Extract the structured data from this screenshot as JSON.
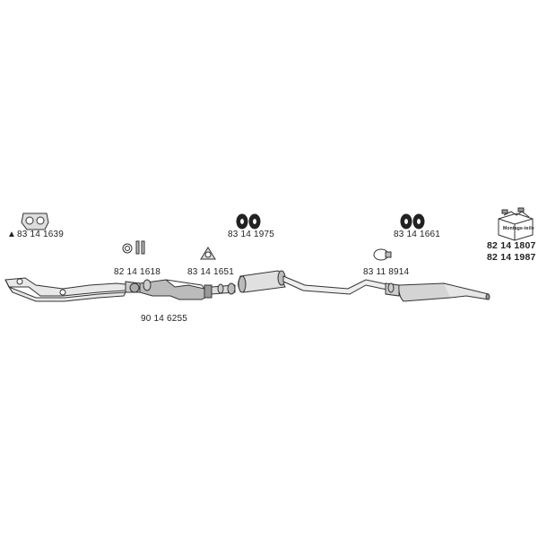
{
  "parts": {
    "gasket_front": "83 14 1639",
    "rubber_mounts_pair": "83 14 1975",
    "rubber_mounts_pair_rear": "83 14 1661",
    "clamp_set_front": "82 14 1618",
    "gasket_cat": "83 14 1651",
    "clamp_rear": "83 11 8914",
    "mounting_kit_1": "82 14 1807",
    "mounting_kit_2": "82 14 1987",
    "main_pipe": "90 14 6255"
  },
  "symbols": {
    "warning_triangle": "▲",
    "kit_box_label": "Montage-teile"
  },
  "colors": {
    "line": "#333333",
    "fill_light": "#dddddd",
    "fill_mid": "#aaaaaa"
  }
}
